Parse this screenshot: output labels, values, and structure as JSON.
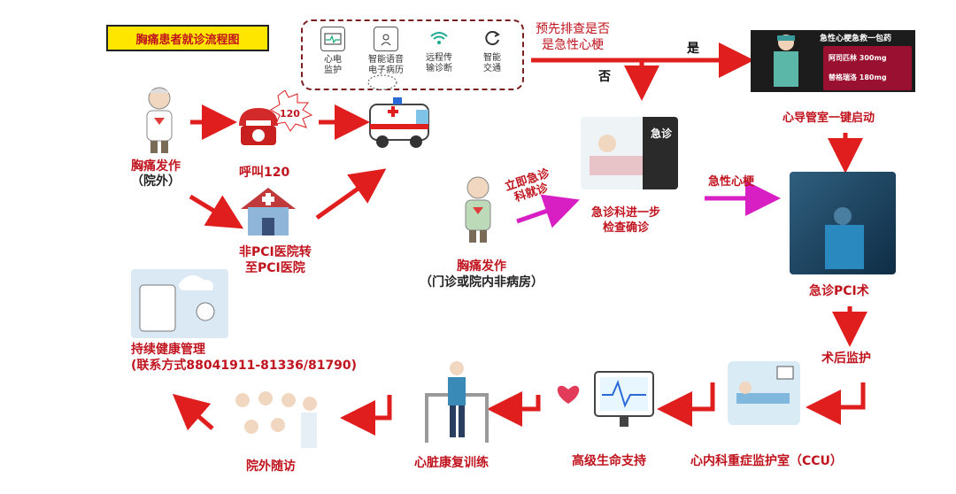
{
  "title": "胸痛患者就诊流程图",
  "tools": [
    {
      "icon": "monitor-icon",
      "label_line1": "心电",
      "label_line2": "监护"
    },
    {
      "icon": "record-icon",
      "label_line1": "智能语音",
      "label_line2": "电子病历"
    },
    {
      "icon": "wifi-icon",
      "label_line1": "远程传",
      "label_line2": "输诊断"
    },
    {
      "icon": "refresh-icon",
      "label_line1": "智能",
      "label_line2": "交通"
    }
  ],
  "question_line1": "预先排查是否",
  "question_line2": "是急性心梗",
  "yes": "是",
  "no": "否",
  "drug_kit": {
    "title": "急性心梗急救一包药",
    "drug1": "阿司匹林 300mg",
    "drug2": "替格瑞洛 180mg"
  },
  "phone_badge": "120",
  "nodes": {
    "chest_pain_out_line1": "胸痛发作",
    "chest_pain_out_line2": "（院外）",
    "call_120": "呼叫120",
    "non_pci_line1": "非PCI医院转",
    "non_pci_line2": "至PCI医院",
    "chest_pain_in_line1": "胸痛发作",
    "chest_pain_in_line2": "（门诊或院内非病房）",
    "er_visit_line1": "立即急诊",
    "er_visit_line2": "科就诊",
    "er_exam_line1": "急诊科进一步",
    "er_exam_line2": "检查确诊",
    "ami": "急性心梗",
    "cath_lab": "心导管室一键启动",
    "pci": "急诊PCI术",
    "post_op": "术后监护",
    "ccu": "心内科重症监护室（CCU）",
    "life_support": "高级生命支持",
    "rehab": "心脏康复训练",
    "follow_up": "院外随访",
    "health_mgmt_line1": "持续健康管理",
    "health_mgmt_line2": "(联系方式88041911-81336/81790)"
  },
  "er_sign": "急诊",
  "colors": {
    "red": "#e01e1e",
    "label": "#c0141e",
    "magenta": "#d81fc4",
    "title_bg": "#ffe600"
  }
}
